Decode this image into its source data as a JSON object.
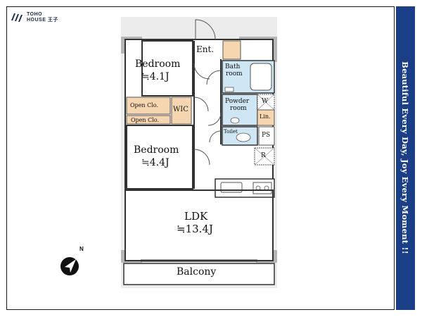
{
  "brand": {
    "line1": "TOHO",
    "line2": "HOUSE 王子"
  },
  "slogan": "Beautiful Every Day, Joy Every Moment !!",
  "rooms": {
    "entrance": "Ent.",
    "bedroom1": {
      "name": "Bedroom",
      "size": "≒4.1J"
    },
    "bedroom2": {
      "name": "Bedroom",
      "size": "≒4.4J"
    },
    "open_closet1": "Open Clo.",
    "open_closet2": "Open Clo.",
    "wic": "WIC",
    "bathroom_l1": "Bath",
    "bathroom_l2": "room",
    "powder_l1": "Powder",
    "powder_l2": "room",
    "washer": "W",
    "linen": "Lin.",
    "toilet": "Toilet",
    "ps": "PS",
    "fridge": "R",
    "ldk": {
      "name": "LDK",
      "size": "≒13.4J"
    },
    "balcony": "Balcony"
  },
  "compass_label": "N",
  "colors": {
    "band": "#1a3f86",
    "storage": "#f6d6b0",
    "wet": "#cfe6f5",
    "wall": "#b5b5b5"
  }
}
